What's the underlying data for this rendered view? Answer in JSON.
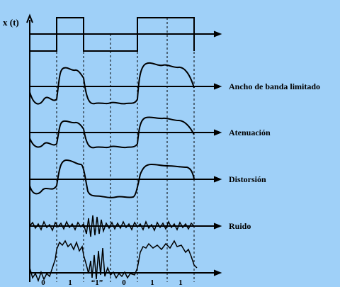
{
  "background_color": "#9fd0f8",
  "line_color": "#000000",
  "y_axis_label": "x (t)",
  "rows": [
    {
      "id": "input",
      "label": ""
    },
    {
      "id": "bandwidth",
      "label": "Ancho de banda limitado"
    },
    {
      "id": "attenuation",
      "label": "Atenuación"
    },
    {
      "id": "distortion",
      "label": "Distorsión"
    },
    {
      "id": "noise",
      "label": "Ruido"
    },
    {
      "id": "output",
      "label": ""
    }
  ],
  "bits_sent": [
    0,
    1,
    0,
    0,
    1,
    1
  ],
  "decoded_bits": [
    "0",
    "1",
    "“1”",
    "0",
    "1",
    "1"
  ],
  "error_bit_index": 2
}
